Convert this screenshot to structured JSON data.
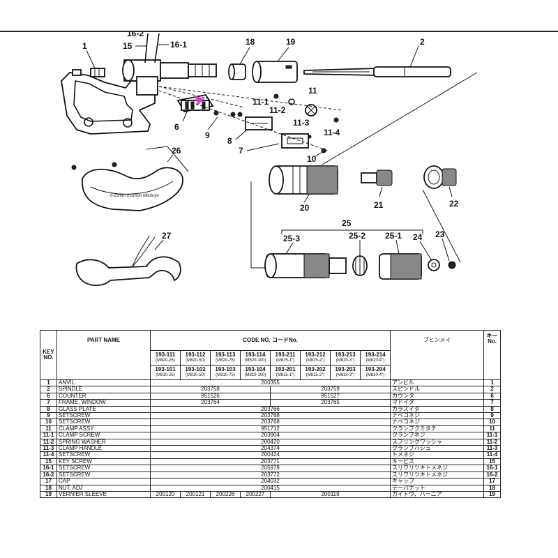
{
  "callouts": [
    "1",
    "2",
    "6",
    "7",
    "8",
    "9",
    "10",
    "11",
    "11-1",
    "11-2",
    "11-3",
    "11-4",
    "15",
    "16-1",
    "16-2",
    "18",
    "19",
    "20",
    "21",
    "22",
    "23",
    "24",
    "25",
    "25-1",
    "25-2",
    "25-3",
    "26",
    "27"
  ],
  "stamp_text": "0-25mm 0.01mm Mitutoyo",
  "highlight_color": "#e040c8",
  "table": {
    "headers": {
      "key_no": "KEY NO.",
      "part_name": "PART NAME",
      "code_no": "CODE NO. コードNo.",
      "kana": "ブヒンメイ",
      "ki_no": "キー No."
    },
    "models_row1": [
      {
        "code": "193-111",
        "sub": "(M820-25)"
      },
      {
        "code": "193-112",
        "sub": "(M820-50)"
      },
      {
        "code": "193-113",
        "sub": "(M820-75)"
      },
      {
        "code": "193-114",
        "sub": "(M820-100)"
      },
      {
        "code": "193-211",
        "sub": "(M825-1\")"
      },
      {
        "code": "193-212",
        "sub": "(M825-2\")"
      },
      {
        "code": "193-213",
        "sub": "(M820-3\")"
      },
      {
        "code": "193-214",
        "sub": "(M820-4\")"
      }
    ],
    "models_row2": [
      {
        "code": "193-101",
        "sub": "(M810-25)"
      },
      {
        "code": "193-102",
        "sub": "(M810-50)"
      },
      {
        "code": "193-103",
        "sub": "(M810-75)"
      },
      {
        "code": "193-104",
        "sub": "(M810-100)"
      },
      {
        "code": "193-201",
        "sub": "(M815-1\")"
      },
      {
        "code": "193-202",
        "sub": "(M815-2\")"
      },
      {
        "code": "193-203",
        "sub": "(M810-3\")"
      },
      {
        "code": "193-204",
        "sub": "(M810-4\")"
      }
    ],
    "rows": [
      {
        "key": "1",
        "name": "ANVIL",
        "all": "200355",
        "kana": "アンビル"
      },
      {
        "key": "2",
        "name": "SPINDLE",
        "metric": "203758",
        "inch": "203759",
        "kana": "スピンドル"
      },
      {
        "key": "6",
        "name": "COUNTER",
        "metric": "951526",
        "inch": "951527",
        "kana": "カウンタ"
      },
      {
        "key": "7",
        "name": "FRAME, WINDOW",
        "metric": "203764",
        "inch": "203765",
        "kana": "マドイタ"
      },
      {
        "key": "8",
        "name": "GLASS PLATE",
        "all": "203766",
        "kana": "ガラスイタ"
      },
      {
        "key": "9",
        "name": "SETSCREW",
        "all": "203768",
        "kana": "ナベコネジ"
      },
      {
        "key": "10",
        "name": "SETSCREW",
        "all": "203768",
        "kana": "ナベコネジ"
      },
      {
        "key": "11",
        "name": "CLAMP ASSY",
        "all": "951712",
        "kana": "クランプクミタテ"
      },
      {
        "key": "11-1",
        "name": "CLAMP SCREW",
        "all": "203904",
        "kana": "クランプネジ"
      },
      {
        "key": "11-2",
        "name": "SPRING WASHER",
        "all": "200420",
        "kana": "スプリングワッシャ"
      },
      {
        "key": "11-3",
        "name": "CLAMP HANDLE",
        "all": "204374",
        "kana": "クランプハシュ"
      },
      {
        "key": "11-4",
        "name": "SETSCREW",
        "all": "200424",
        "kana": "トメネジ"
      },
      {
        "key": "15",
        "name": "KEY SCREW",
        "all": "203771",
        "kana": "キービス"
      },
      {
        "key": "16-1",
        "name": "SETSCREW",
        "all": "205978",
        "kana": "スリワリツキトメネジ"
      },
      {
        "key": "16-2",
        "name": "SETSCREW",
        "all": "203772",
        "kana": "スリワリツキトメネジ"
      },
      {
        "key": "17",
        "name": "CAP",
        "all": "204032",
        "kana": "キャップ"
      },
      {
        "key": "18",
        "name": "NUT, ADJ",
        "all": "200415",
        "kana": "テーパナット"
      },
      {
        "key": "19",
        "name": "VERNIER SLEEVE",
        "cols": [
          "200120",
          "200121",
          "200226",
          "200227"
        ],
        "inch": "200119",
        "kana": "ガイトウ、バーニア"
      }
    ]
  }
}
